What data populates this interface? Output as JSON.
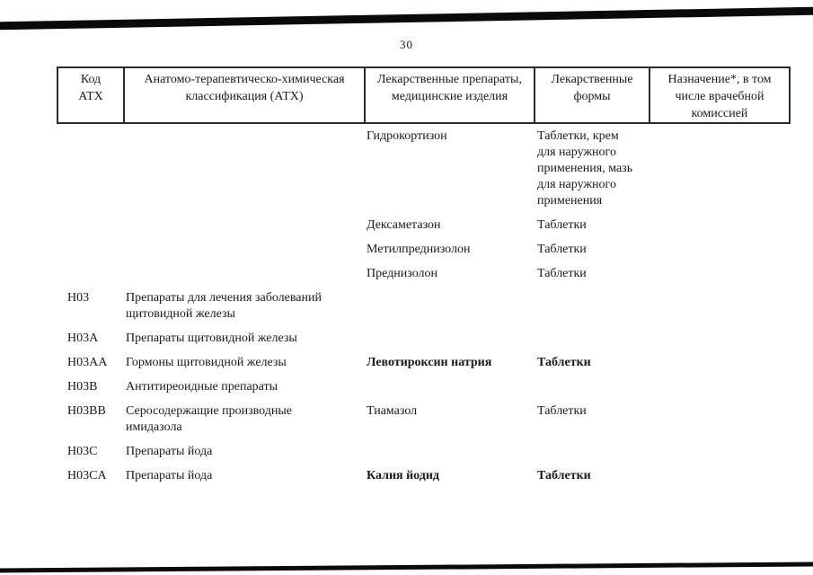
{
  "page": {
    "number": "30"
  },
  "colors": {
    "ink": "#1a1a1a",
    "table_border": "#2b2b2b",
    "scan_edge": "#0a0a0a"
  },
  "table": {
    "headers": [
      "Код\nАТХ",
      "Анатомо-терапевтическо-химическая\nклассификация (АТХ)",
      "Лекарственные препараты,\nмедицинские изделия",
      "Лекарственные\nформы",
      "Назначение*, в том\nчисле врачебной\nкомиссией"
    ],
    "rows": [
      {
        "code": "",
        "classification": "",
        "drug": "Гидрокортизон",
        "form": "Таблетки, крем\nдля наружного\nприменения, мазь\nдля наружного\nприменения",
        "note": "",
        "bold": false
      },
      {
        "code": "",
        "classification": "",
        "drug": "Дексаметазон",
        "form": "Таблетки",
        "note": "",
        "bold": false
      },
      {
        "code": "",
        "classification": "",
        "drug": "Метилпреднизолон",
        "form": "Таблетки",
        "note": "",
        "bold": false
      },
      {
        "code": "",
        "classification": "",
        "drug": "Преднизолон",
        "form": "Таблетки",
        "note": "",
        "bold": false
      },
      {
        "code": "H03",
        "classification": "Препараты для лечения заболеваний\nщитовидной железы",
        "drug": "",
        "form": "",
        "note": "",
        "bold": false
      },
      {
        "code": "H03A",
        "classification": "Препараты щитовидной железы",
        "drug": "",
        "form": "",
        "note": "",
        "bold": false
      },
      {
        "code": "H03AA",
        "classification": "Гормоны щитовидной железы",
        "drug": "Левотироксин натрия",
        "form": "Таблетки",
        "note": "",
        "bold": true
      },
      {
        "code": "H03B",
        "classification": "Антитиреоидные препараты",
        "drug": "",
        "form": "",
        "note": "",
        "bold": false
      },
      {
        "code": "H03BB",
        "classification": "Серосодержащие производные\nимидазола",
        "drug": "Тиамазол",
        "form": "Таблетки",
        "note": "",
        "bold": false
      },
      {
        "code": "H03C",
        "classification": "Препараты йода",
        "drug": "",
        "form": "",
        "note": "",
        "bold": false
      },
      {
        "code": "H03CA",
        "classification": "Препараты йода",
        "drug": "Калия йодид",
        "form": "Таблетки",
        "note": "",
        "bold": true
      }
    ]
  }
}
